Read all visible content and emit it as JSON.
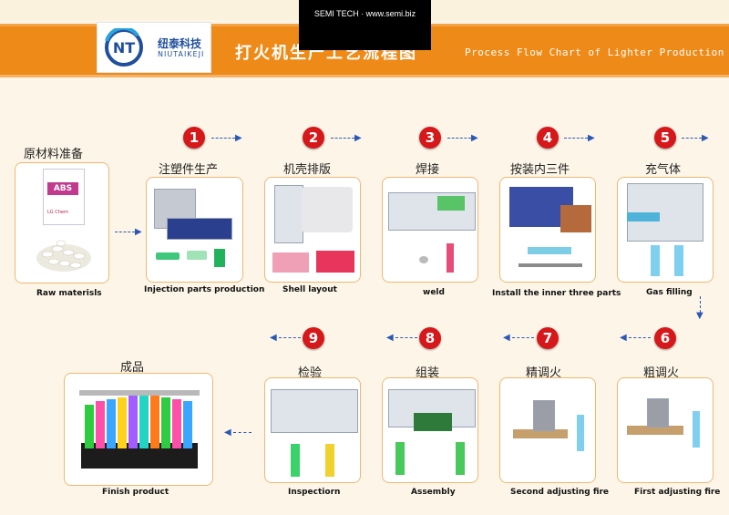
{
  "watermark": "SEMI TECH · www.semi.biz",
  "logo": {
    "initials": "NT",
    "cn": "纽泰科技",
    "en": "NIUTAIKEJI"
  },
  "header": {
    "title_cn": "打火机生产工艺流程图",
    "title_en": "Process Flow Chart of Lighter Production"
  },
  "colors": {
    "orange": "#ee8a18",
    "red_badge": "#d6181b",
    "arrow_blue": "#2b58b6",
    "card_border": "#f1b76e",
    "logo_blue": "#1f4f9c"
  },
  "raw": {
    "cn": "原材料准备",
    "en": "Raw materisls",
    "bag_text": "ABS",
    "brand": "LG Chem"
  },
  "steps": [
    {
      "num": "1",
      "cn": "注塑件生产",
      "en": "Injection parts production"
    },
    {
      "num": "2",
      "cn": "机壳排版",
      "en": "Shell layout"
    },
    {
      "num": "3",
      "cn": "焊接",
      "en": "weld"
    },
    {
      "num": "4",
      "cn": "按装内三件",
      "en": "Install the inner three parts"
    },
    {
      "num": "5",
      "cn": "充气体",
      "en": "Gas filling"
    },
    {
      "num": "6",
      "cn": "粗调火",
      "en": "First adjusting fire"
    },
    {
      "num": "7",
      "cn": "精调火",
      "en": "Second adjusting fire"
    },
    {
      "num": "8",
      "cn": "组装",
      "en": "Assembly"
    },
    {
      "num": "9",
      "cn": "检验",
      "en": "Inspectiorn"
    }
  ],
  "finish": {
    "cn": "成品",
    "en": "Finish product"
  },
  "icons": {
    "step_arrow": "dashed-arrow-icon",
    "down_arrow": "dashed-down-arrow-icon"
  }
}
